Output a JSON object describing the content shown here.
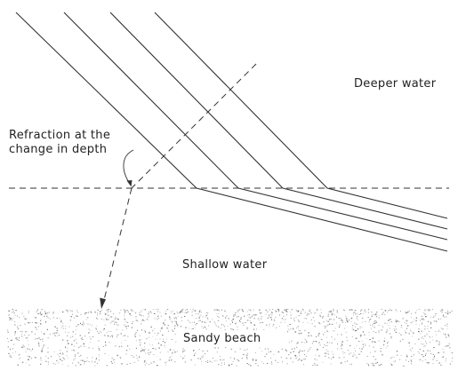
{
  "labels": {
    "deeper_water": "Deeper water",
    "refraction_line1": "Refraction at the",
    "refraction_line2": "change in depth",
    "shallow_water": "Shallow water",
    "sandy_beach": "Sandy beach"
  }
}
